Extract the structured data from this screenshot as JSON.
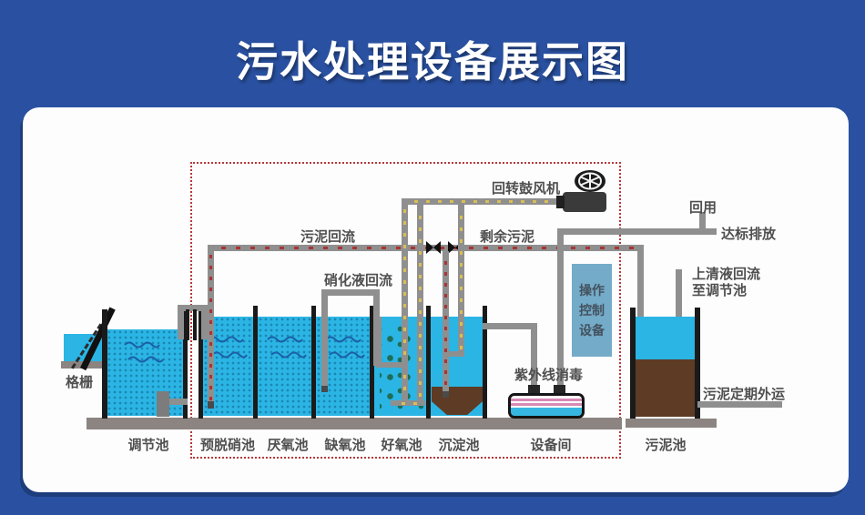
{
  "title": "污水处理设备展示图",
  "diagram": {
    "grating": "格栅",
    "tank_labels": {
      "regulating": "调节池",
      "pre_denitrification": "预脱硝池",
      "anaerobic": "厌氧池",
      "anoxic": "缺氧池",
      "aerobic": "好氧池",
      "sedimentation": "沉淀池",
      "equipment_room": "设备间",
      "sludge": "污泥池"
    },
    "flow_labels": {
      "sludge_return": "污泥回流",
      "excess_sludge": "剩余污泥",
      "nitrification_return": "硝化液回流",
      "rotary_blower": "回转鼓风机",
      "reuse": "回用",
      "standard_discharge": "达标排放",
      "supernatant_line1": "上清液回流",
      "supernatant_line2": "至调节池",
      "uv_disinfection": "紫外线消毒",
      "sludge_transport": "污泥定期外运"
    },
    "control_box": {
      "line1": "操作",
      "line2": "控制",
      "line3": "设备"
    },
    "colors": {
      "frame_blue": "#2a51a1",
      "water_cyan": "#2bb5e4",
      "sludge_brown": "#5e3b25",
      "pipe_gray": "#8f8f8f",
      "dashed_red": "#b5383a",
      "air_yellow": "#d9be55",
      "control_box_blue": "#74abc9",
      "label_gray": "#4f4f4f"
    }
  }
}
